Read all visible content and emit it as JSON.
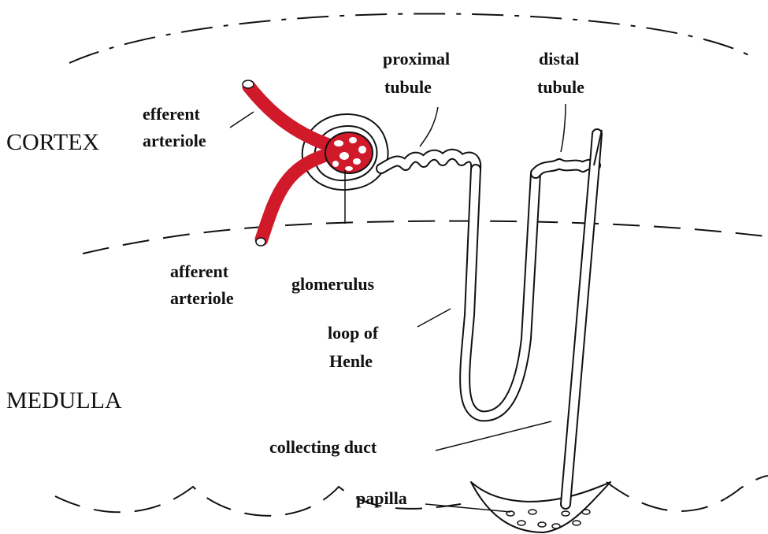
{
  "regions": {
    "cortex": "CORTEX",
    "medulla": "MEDULLA"
  },
  "labels": {
    "efferent_line1": "efferent",
    "efferent_line2": "arteriole",
    "afferent_line1": "afferent",
    "afferent_line2": "arteriole",
    "proximal_line1": "proximal",
    "proximal_line2": "tubule",
    "distal_line1": "distal",
    "distal_line2": "tubule",
    "glomerulus": "glomerulus",
    "loop_line1": "loop of",
    "loop_line2": "Henle",
    "collecting_duct": "collecting duct",
    "papilla": "papilla"
  },
  "colors": {
    "vessel": "#d01a2a",
    "ink": "#111111"
  }
}
